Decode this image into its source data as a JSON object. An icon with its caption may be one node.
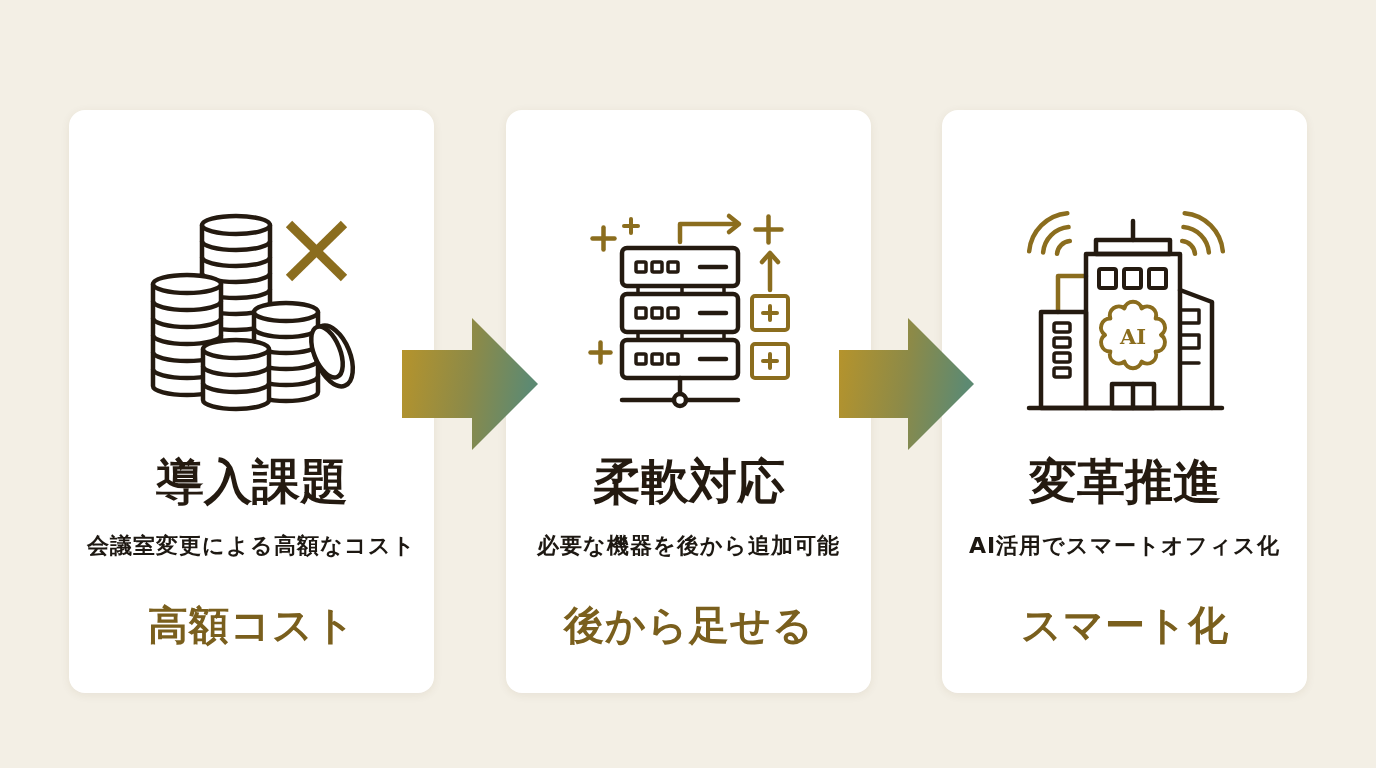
{
  "diagram": {
    "nodes": [
      {
        "text": [
          "導入課題",
          "会議室変更による高額なコスト",
          "高額コスト"
        ]
      },
      {
        "text": [
          "柔軟対応",
          "必要な機器を後から追加可能",
          "後から足せる"
        ]
      },
      {
        "text": [
          "変革推進",
          "AI活用でスマートオフィス化",
          "スマート化"
        ]
      }
    ],
    "edges": [
      {
        "from": 0,
        "to": 1,
        "arrow": "to"
      },
      {
        "from": 1,
        "to": 2,
        "arrow": "to"
      }
    ],
    "labels": [
      "AI"
    ]
  }
}
